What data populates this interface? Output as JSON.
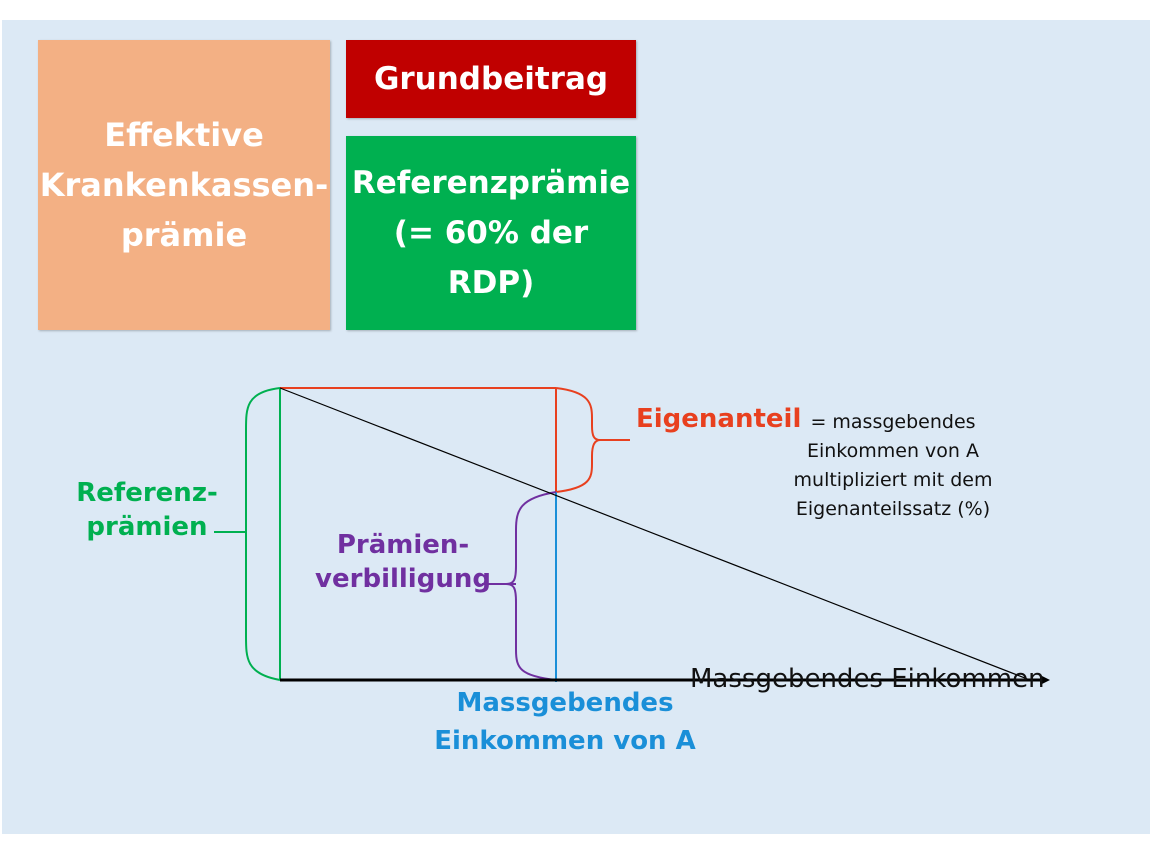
{
  "boxes": {
    "effektive": {
      "line1": "Effektive",
      "line2": "Krankenkassen-",
      "line3": "prämie",
      "color": "#f3b084"
    },
    "grundbeitrag": {
      "label": "Grundbeitrag",
      "color": "#c00000"
    },
    "referenzpraemie": {
      "line1": "Referenzprämie",
      "line2": "(= 60% der RDP)",
      "color": "#00b050"
    }
  },
  "labels": {
    "referenzpraemien": {
      "line1": "Referenz-",
      "line2": "prämien",
      "color": "#00b050"
    },
    "praemienverbilligung": {
      "line1": "Prämien-",
      "line2": "verbilligung",
      "color": "#7030a0"
    },
    "eigenanteil": {
      "label": "Eigenanteil",
      "color": "#e8401f"
    },
    "eigenanteil_description": {
      "line1": "= massgebendes",
      "line2": "Einkommen von A",
      "line3": "multipliziert mit dem",
      "line4": "Eigenanteilssatz (%)"
    },
    "x_axis": "Massgebendes Einkommen",
    "einkommen_a": {
      "line1": "Massgebendes",
      "line2": "Einkommen von A",
      "color": "#1a8fd8"
    }
  },
  "colors": {
    "background": "#dce9f5",
    "axis": "#000000",
    "green": "#00b050",
    "red": "#e8401f",
    "purple": "#7030a0",
    "blue": "#1a8fd8"
  }
}
